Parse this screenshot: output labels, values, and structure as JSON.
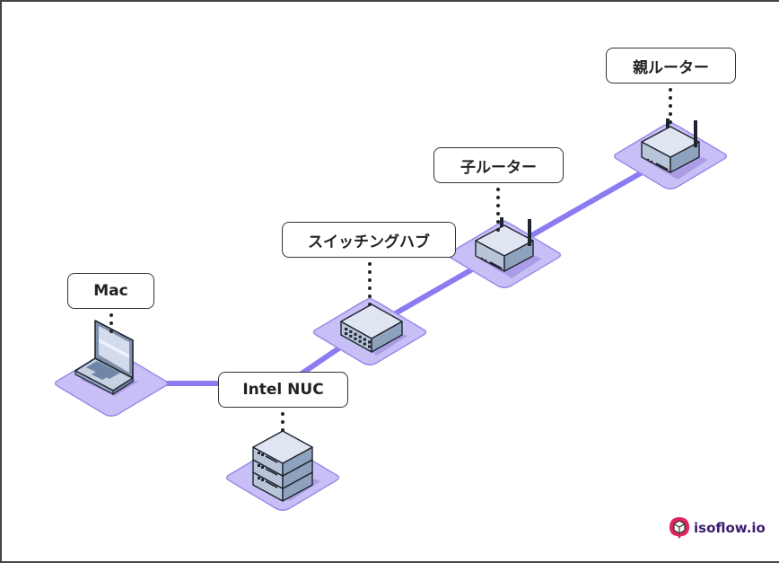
{
  "diagram": {
    "colors": {
      "connector": "#8a7cf0",
      "tile_fill": "#c9bff7",
      "tile_stroke": "#9a8ae6",
      "device_top": "#dfe6f2",
      "device_side": "#8fa2bd",
      "device_front": "#b8c5d9",
      "outline": "#1f2530",
      "label_border": "#333333",
      "brand": "#e0245e",
      "brand_text": "#3a1c6e"
    },
    "nodes": [
      {
        "id": "mac",
        "label": "Mac",
        "icon": "laptop-icon"
      },
      {
        "id": "nuc",
        "label": "Intel NUC",
        "icon": "server-icon"
      },
      {
        "id": "switch",
        "label": "スイッチングハブ",
        "icon": "switch-icon"
      },
      {
        "id": "child-router",
        "label": "子ルーター",
        "icon": "router-icon"
      },
      {
        "id": "parent-router",
        "label": "親ルーター",
        "icon": "router-icon"
      }
    ],
    "connections": [
      {
        "from": "mac",
        "to": "nuc"
      },
      {
        "from": "nuc",
        "to": "switch"
      },
      {
        "from": "switch",
        "to": "child-router"
      },
      {
        "from": "child-router",
        "to": "parent-router"
      }
    ]
  },
  "branding": {
    "text": "isoflow.io",
    "icon": "isoflow-cube-logo-icon"
  }
}
